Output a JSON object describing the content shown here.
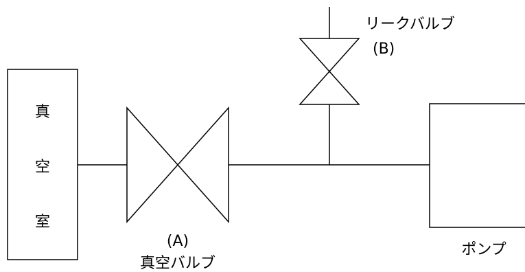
{
  "diagram": {
    "vacuum_chamber": {
      "chars": [
        "真",
        "空",
        "室"
      ]
    },
    "vacuum_valve": {
      "id_label": "(A)",
      "name_label": "真空バルブ"
    },
    "leak_valve": {
      "name_label": "リークバルブ",
      "id_label": "(B)"
    },
    "pump": {
      "label": "ポンプ"
    }
  }
}
